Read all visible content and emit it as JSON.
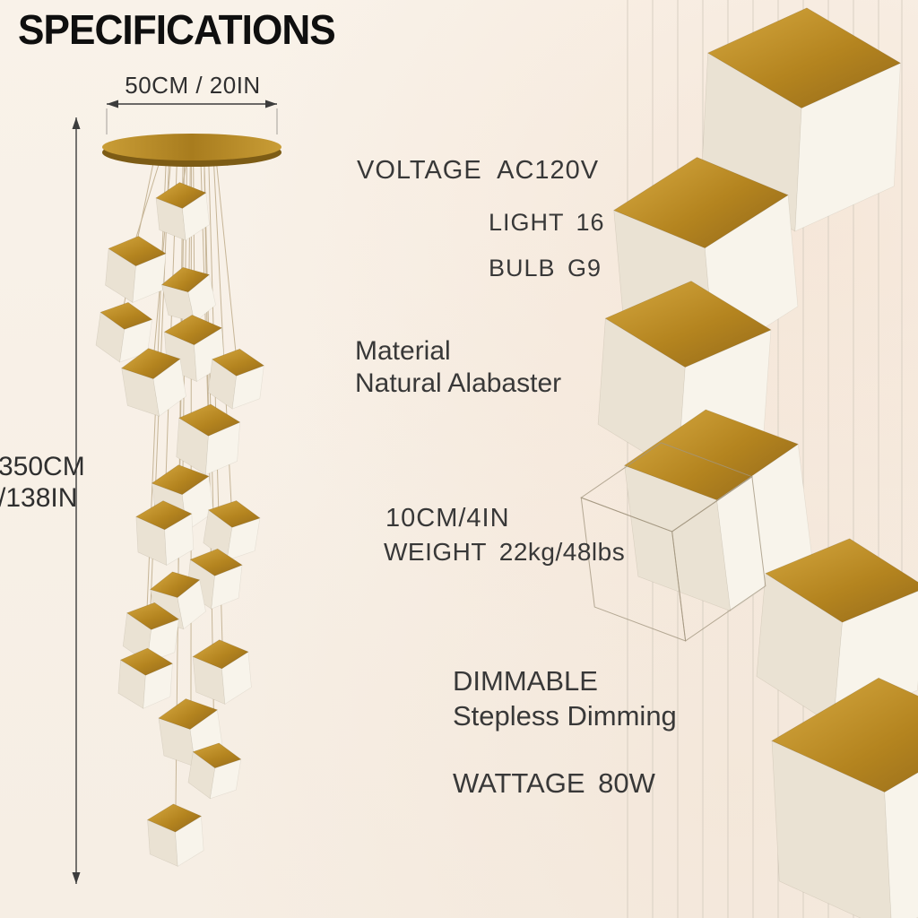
{
  "page": {
    "title": "SPECIFICATIONS"
  },
  "dimensions": {
    "canopy_width": "50CM / 20IN",
    "drop_height_line1": "350CM",
    "drop_height_line2": "/138IN",
    "cube_size": "10CM/4IN"
  },
  "specs": {
    "voltage": "VOLTAGE AC120V",
    "light_count": "LIGHT 16",
    "bulb": "BULB G9",
    "material_label": "Material",
    "material_value": "Natural Alabaster",
    "weight": "WEIGHT 22kg/48lbs",
    "dimmable_label": "DIMMABLE",
    "dimmable_value": "Stepless Dimming",
    "wattage": "WATTAGE 80W"
  },
  "colors": {
    "background": "#f9f2e9",
    "gold": "#b4841f",
    "gold_dark": "#8f671a",
    "alabaster": "#f4efe6",
    "text": "#383838",
    "title": "#0f0f0f",
    "wire_left": "#c6b597",
    "wire_right": "#d8cfc2",
    "dimension_line": "#3c3c3c"
  }
}
